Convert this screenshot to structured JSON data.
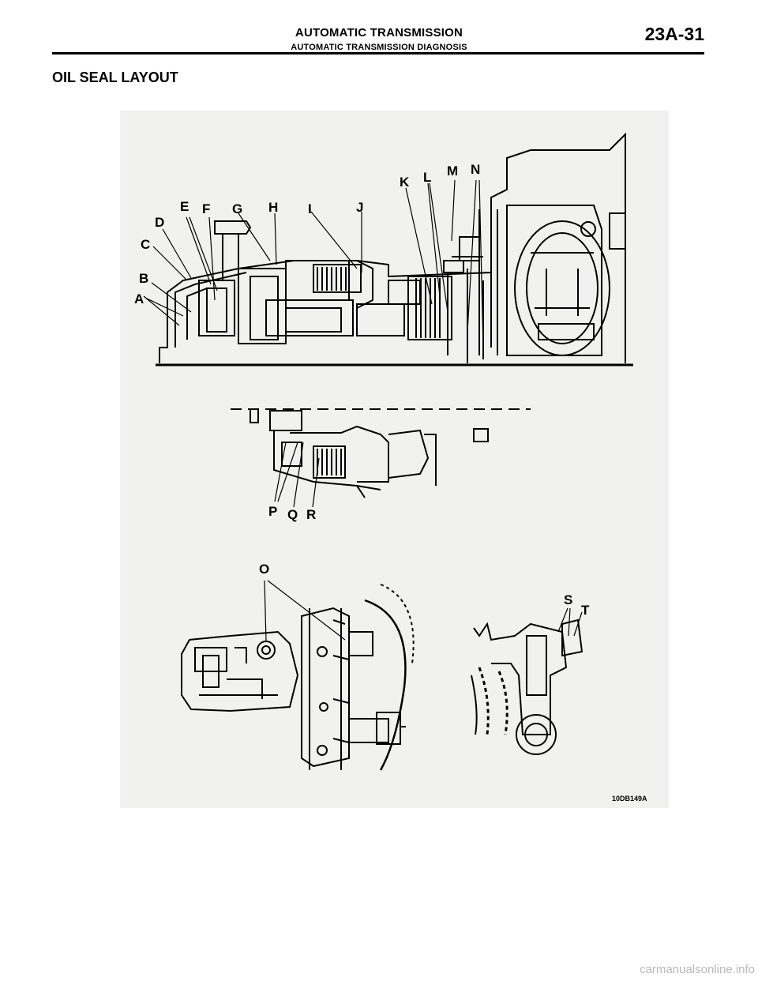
{
  "header": {
    "title": "AUTOMATIC TRANSMISSION",
    "subtitle": "AUTOMATIC TRANSMISSION DIAGNOSIS",
    "page_number": "23A-31"
  },
  "section": {
    "title": "OIL SEAL LAYOUT"
  },
  "figure": {
    "code": "10DB149A",
    "labels": [
      "A",
      "B",
      "C",
      "D",
      "E",
      "F",
      "G",
      "H",
      "I",
      "J",
      "K",
      "L",
      "M",
      "N",
      "O",
      "P",
      "Q",
      "R",
      "S",
      "T"
    ]
  },
  "footer": {
    "watermark": "carmanualsonline.info"
  }
}
